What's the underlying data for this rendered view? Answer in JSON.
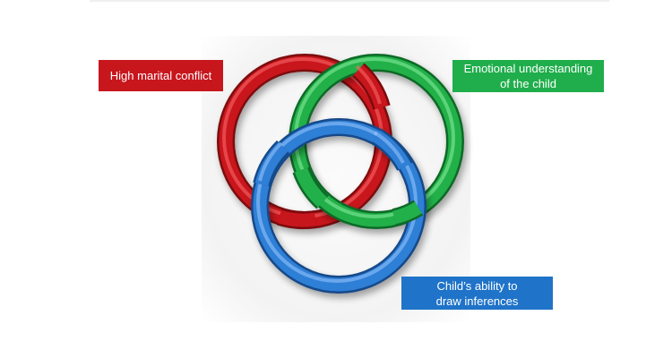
{
  "labels": {
    "red": {
      "line1": "High marital conflict",
      "line2": ""
    },
    "green": {
      "line1": "Emotional understanding",
      "line2": "of the child"
    },
    "blue": {
      "line1": "Child’s ability to",
      "line2": "draw inferences"
    }
  },
  "colors": {
    "red": "#c8161d",
    "red_dark": "#7d0a0e",
    "red_light": "#ff6b6b",
    "green": "#22b04a",
    "green_dark": "#0f6a28",
    "green_light": "#8cf0a0",
    "blue": "#2f7fd6",
    "blue_dark": "#154a8a",
    "blue_light": "#9cc8ff",
    "label_red": "#c8161d",
    "label_green": "#1fae4b",
    "label_blue": "#1f73c8"
  }
}
